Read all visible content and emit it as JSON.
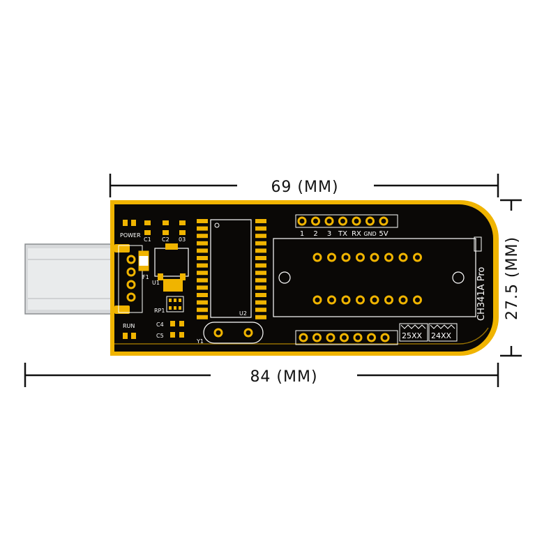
{
  "dimensions": {
    "top_width": "69 (MM)",
    "bottom_width": "84 (MM)",
    "height": "27.5 (MM)"
  },
  "board": {
    "model": "CH341A Pro",
    "labels": {
      "power": "POWER",
      "run": "RUN",
      "c1": "C1",
      "c2": "C2",
      "c3": "03",
      "f1": "F1",
      "u1": "U1",
      "rp1": "RP1",
      "c4": "C4",
      "c5": "C5",
      "u2": "U2",
      "y1": "Y1",
      "eeprom_25": "25XX",
      "eeprom_24": "24XX"
    },
    "header_pins": [
      "1",
      "2",
      "3",
      "TX",
      "RX",
      "GND",
      "5V"
    ]
  },
  "colors": {
    "board": "#0a0806",
    "gold": "#f0b400",
    "usb": "#cfd2d4"
  }
}
